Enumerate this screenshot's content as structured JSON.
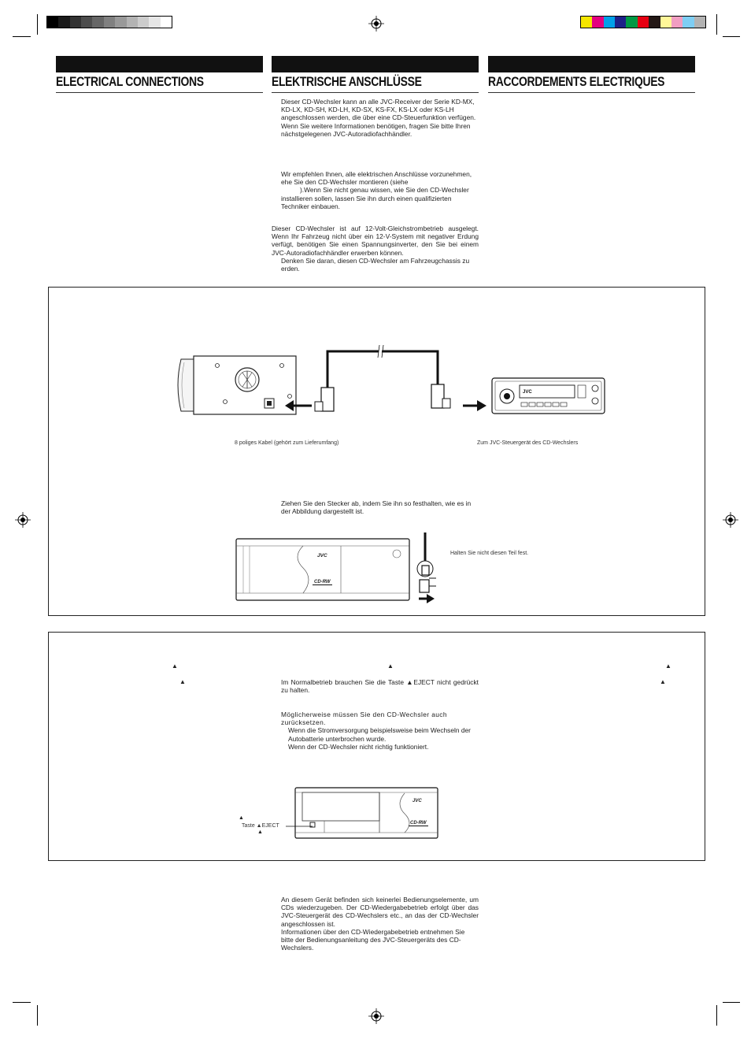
{
  "registration": {
    "gray_steps": [
      "#000000",
      "#1a1a1a",
      "#333333",
      "#4d4d4d",
      "#666666",
      "#808080",
      "#999999",
      "#b3b3b3",
      "#cccccc",
      "#e6e6e6",
      "#ffffff"
    ],
    "color_patches": [
      "#f5e600",
      "#e4007f",
      "#00a0e9",
      "#1d2088",
      "#009944",
      "#e60012",
      "#231815",
      "#fff799",
      "#f19ec2",
      "#7ecef4",
      "#b3b3b3"
    ]
  },
  "headers": {
    "english": "ELECTRICAL CONNECTIONS",
    "german": "ELEKTRISCHE ANSCHLÜSSE",
    "french": "RACCORDEMENTS ELECTRIQUES"
  },
  "german_text": {
    "intro": [
      "Dieser CD-Wechsler kann an alle JVC-Receiver der Serie KD-MX, KD-LX, KD-SH, KD-LH, KD-SX, KS-FX, KS-LX oder KS-LH angeschlossen werden, die über eine CD-Steuerfunktion verfügen.",
      "Wenn Sie weitere Informationen benötigen, fragen Sie bitte Ihren nächstgelegenen JVC-Autoradiofachhändler."
    ],
    "recommendation": [
      "Wir empfehlen Ihnen, alle elektrischen Anschlüsse vorzunehmen, ehe Sie den CD-Wechsler montieren (siehe",
      ").Wenn Sie nicht genau wissen, wie Sie den CD-Wechsler installieren sollen, lassen Sie ihn durch einen qualifizierten Techniker einbauen."
    ],
    "power": [
      "Dieser CD-Wechsler ist auf 12-Volt-Gleichstrombetrieb ausgelegt. Wenn Ihr Fahrzeug nicht über ein 12-V-System mit negativer Erdung verfügt, benötigen Sie einen Spannungsinverter, den Sie bei einem JVC-Autoradiofachhändler erwerben können.",
      "Denken Sie daran, diesen CD-Wechsler am Fahrzeugchassis zu erden."
    ]
  },
  "connection_panel": {
    "cable_label": "8 poliges Kabel (gehört zum Lieferumfang)",
    "controller_label": "Zum JVC-Steuergerät des CD-Wechslers",
    "unplug_text": "Ziehen Sie den Stecker ab, indem Sie ihn so festhalten, wie es in der Abbildung dargestellt ist.",
    "hold_warning": "Halten Sie nicht diesen Teil fest.",
    "brand": "JVC",
    "cdrw_logo": "CD-RW"
  },
  "reset_panel": {
    "eject_symbol": "▲",
    "normal_op": "Im Normalbetrieb brauchen Sie die Taste ▲EJECT nicht gedrückt zu halten.",
    "reset_intro": "Möglicherweise müssen Sie den CD-Wechsler auch zurücksetzen.",
    "reset_items": [
      "Wenn die Stromversorgung beispielsweise beim Wechseln der Autobatterie unterbrochen wurde.",
      "Wenn der CD-Wechsler nicht richtig funktioniert."
    ],
    "eject_label": "Taste ▲EJECT",
    "brand": "JVC",
    "cdrw_logo": "CD-RW"
  },
  "operation_text": [
    "An diesem Gerät befinden sich keinerlei Bedienungselemente, um CDs wiederzugeben. Der CD-Wiedergabebetrieb erfolgt über das JVC-Steuergerät des CD-Wechslers etc., an das der CD-Wechsler angeschlossen ist.",
    "Informationen über den CD-Wiedergabebetrieb entnehmen Sie bitte der Bedienungsanleitung des JVC-Steuergeräts des CD-Wechslers."
  ]
}
